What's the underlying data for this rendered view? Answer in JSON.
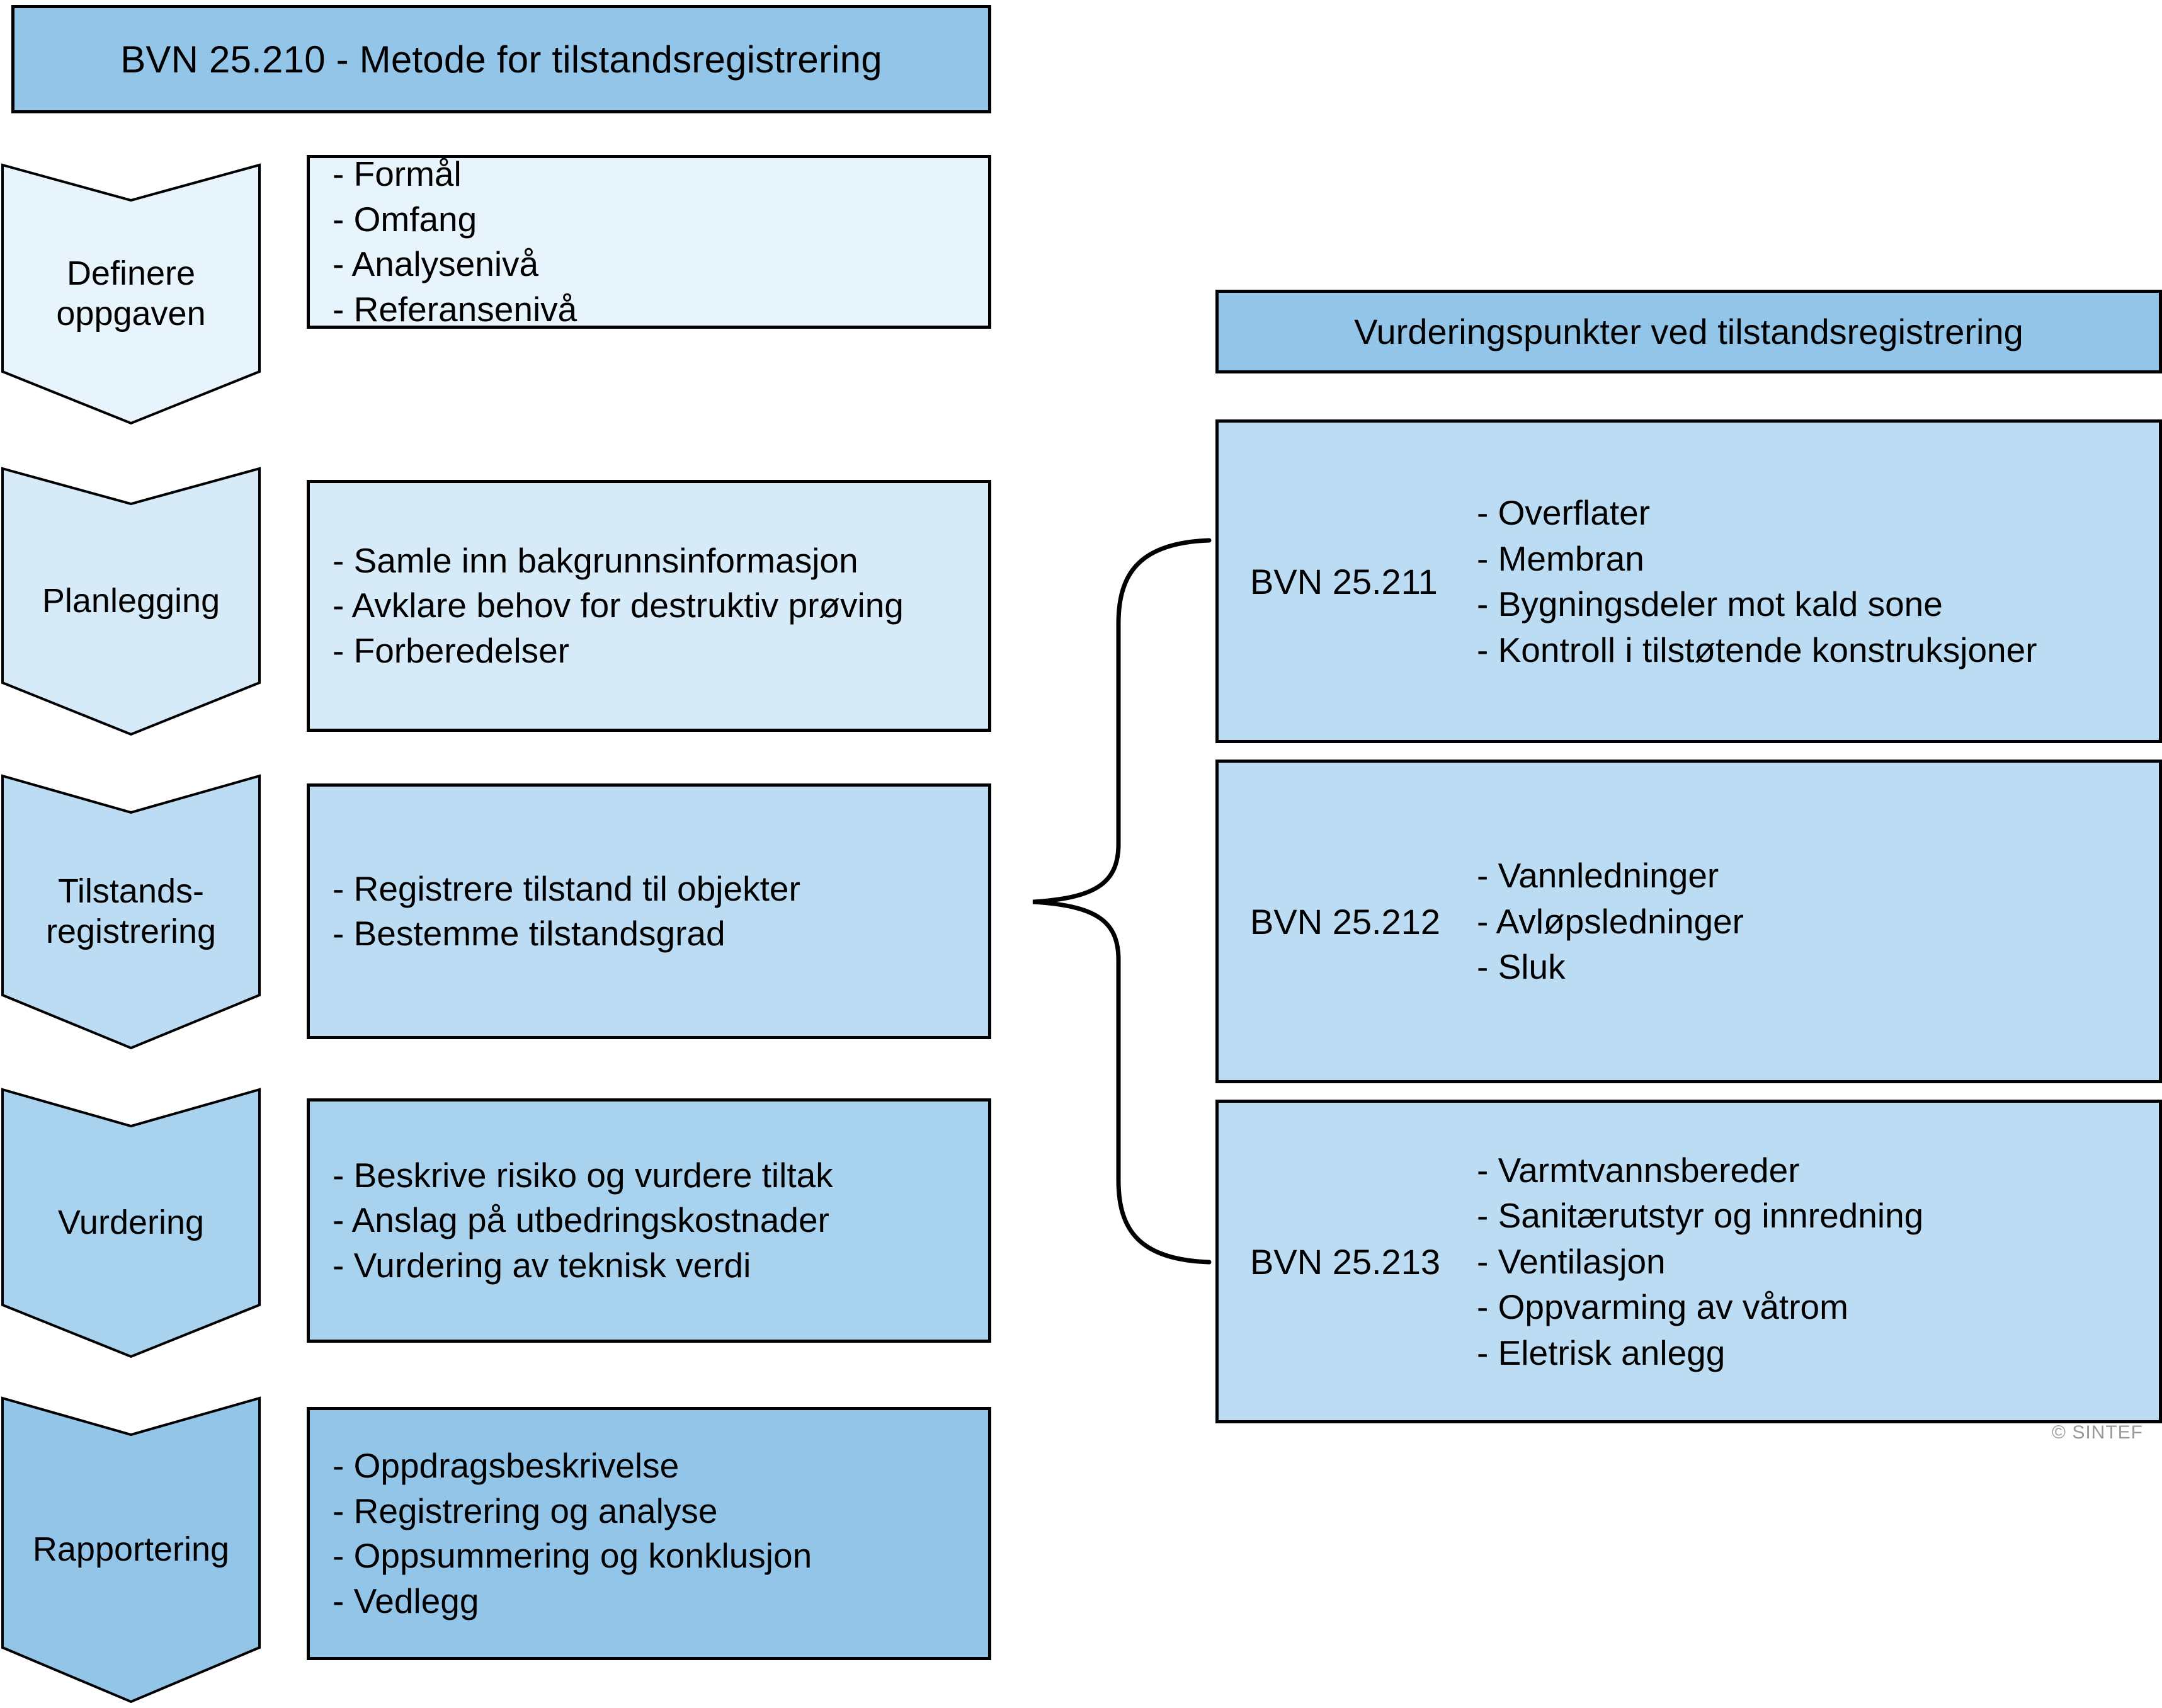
{
  "title": {
    "label": "BVN 25.210 - Metode for tilstandsregistrering",
    "fill": "#93C5E8"
  },
  "process_steps": [
    {
      "name": "definere-oppgaven",
      "label": "Definere\noppgaven",
      "fill": "#E8F4FB",
      "details": "- Formål\n- Omfang\n- Analysenivå\n- Referansenivå",
      "details_fill": "#E8F4FB"
    },
    {
      "name": "planlegging",
      "label": "Planlegging",
      "fill": "#D6EAF8",
      "details": "- Samle inn bakgrunnsinformasjon\n- Avklare behov for destruktiv prøving\n- Forberedelser",
      "details_fill": "#D6EAF8"
    },
    {
      "name": "tilstandsregistrering",
      "label": "Tilstands-\nregistrering",
      "fill": "#BBDCF2",
      "details": "- Registrere tilstand til objekter\n- Bestemme tilstandsgrad",
      "details_fill": "#BBDCF2"
    },
    {
      "name": "vurdering",
      "label": "Vurdering",
      "fill": "#A8D2EE",
      "details": "- Beskrive risiko og vurdere tiltak\n- Anslag på utbedringskostnader\n- Vurdering av teknisk verdi",
      "details_fill": "#A8D2EE"
    },
    {
      "name": "rapportering",
      "label": "Rapportering",
      "fill": "#93C5E8",
      "details": "- Oppdragsbeskrivelse\n- Registrering og analyse\n- Oppsummering og konklusjon\n- Vedlegg",
      "details_fill": "#93C5E8"
    }
  ],
  "right_panel": {
    "header": "Vurderingspunkter ved tilstandsregistrering",
    "header_fill": "#93C5E8",
    "items": [
      {
        "code": "BVN 25.211",
        "points": "- Overflater\n- Membran\n- Bygningsdeler mot kald sone\n- Kontroll i tilstøtende konstruksjoner",
        "fill": "#BBDCF2"
      },
      {
        "code": "BVN 25.212",
        "points": "- Vannledninger\n- Avløpsledninger\n- Sluk",
        "fill": "#BBDCF2"
      },
      {
        "code": "BVN 25.213",
        "points": "- Varmtvannsbereder\n- Sanitærutstyr og innredning\n- Ventilasjon\n- Oppvarming av våtrom\n- Eletrisk anlegg",
        "fill": "#BBDCF2"
      }
    ]
  },
  "copyright": "© SINTEF",
  "colors": {
    "outline": "#000000",
    "brace_stroke": "#000000",
    "copyright_text": "#9a9a9a",
    "background": "#ffffff"
  }
}
